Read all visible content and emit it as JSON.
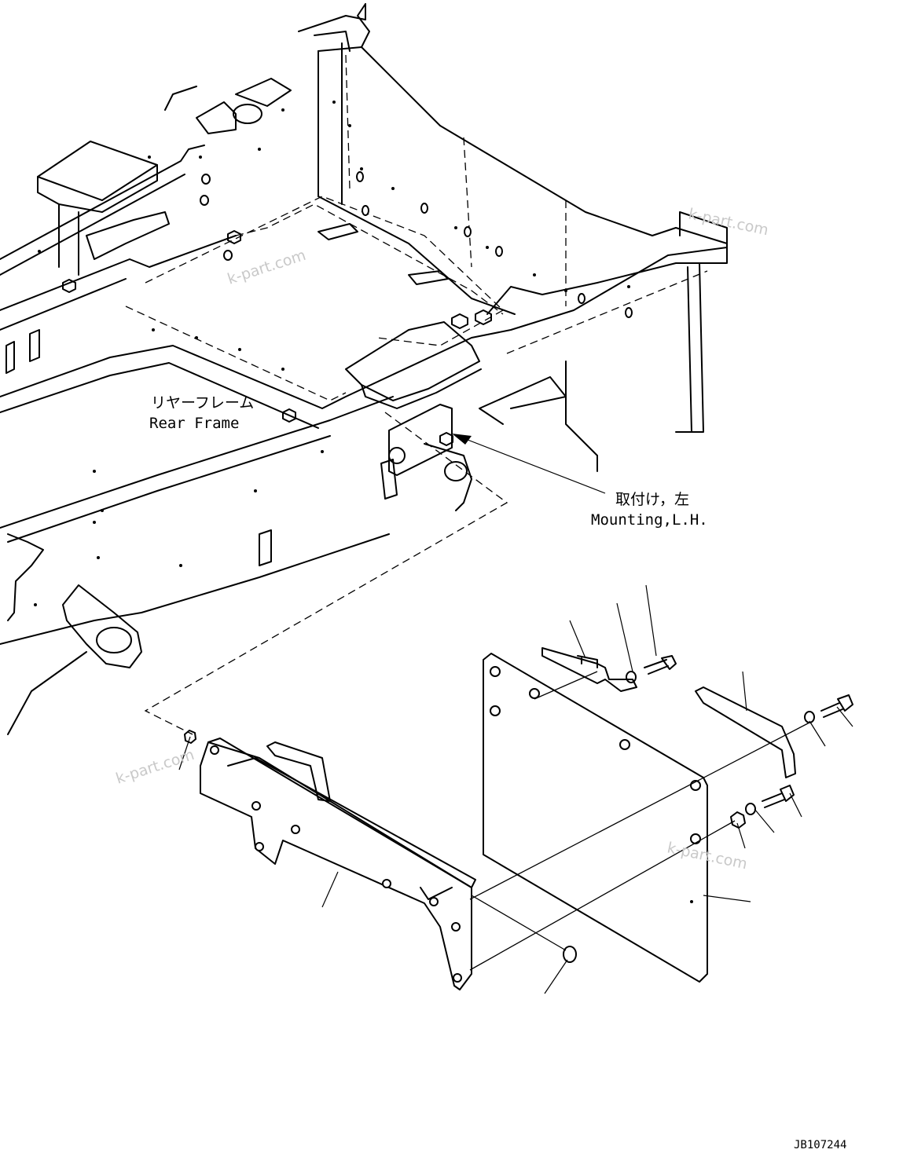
{
  "labels": {
    "rear_frame_jp": "リヤーフレーム",
    "rear_frame_en": "Rear Frame",
    "mounting_jp": "取付け，左",
    "mounting_en": "Mounting,L.H.",
    "drawing_number": "JB107244"
  },
  "watermark": {
    "text": "k-part.com"
  }
}
